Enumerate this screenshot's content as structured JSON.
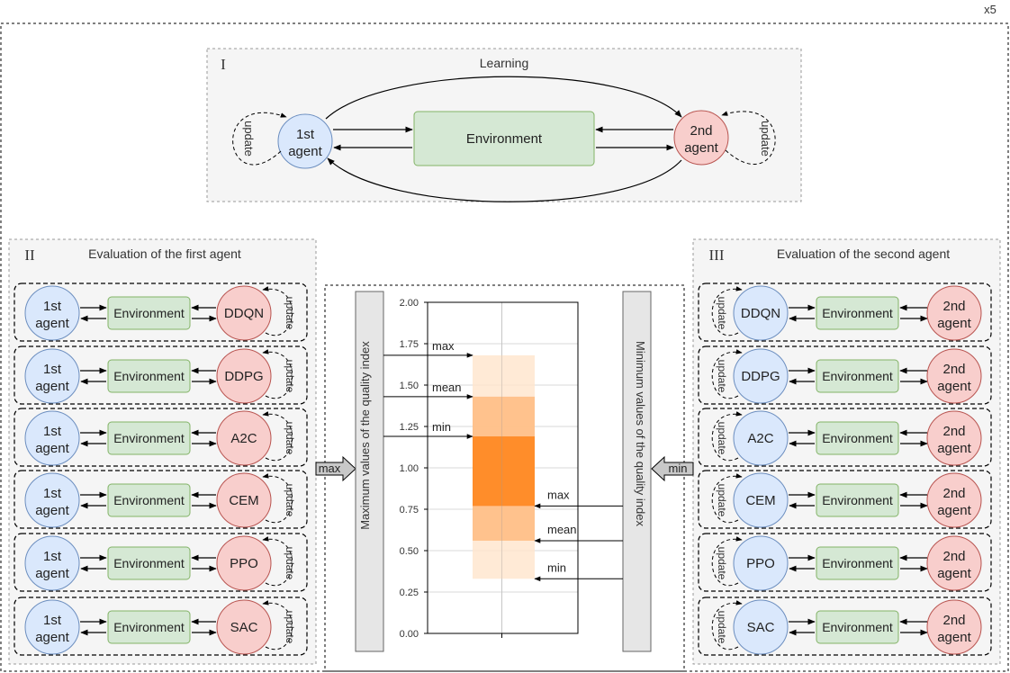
{
  "repeat_label": "x5",
  "learning": {
    "roman": "I",
    "title": "Learning",
    "agent1": [
      "1st",
      "agent"
    ],
    "agent2": [
      "2nd",
      "agent"
    ],
    "environment": "Environment",
    "update": "update"
  },
  "eval_first": {
    "roman": "II",
    "title": "Evaluation of the first agent",
    "agent": [
      "1st",
      "agent"
    ],
    "environment": "Environment",
    "update": "update",
    "opponents": [
      "DDQN",
      "DDPG",
      "A2C",
      "CEM",
      "PPO",
      "SAC"
    ]
  },
  "eval_second": {
    "roman": "III",
    "title": "Evaluation of the second agent",
    "agent": [
      "2nd",
      "agent"
    ],
    "environment": "Environment",
    "update": "update",
    "opponents": [
      "DDQN",
      "DDPG",
      "A2C",
      "CEM",
      "PPO",
      "SAC"
    ]
  },
  "arrows": {
    "max": "max",
    "min": "min"
  },
  "left_bar_label": "Maximum values of the quality index",
  "right_bar_label": "Minimum values of the quality index",
  "chart_data": {
    "type": "bar",
    "ylim": [
      0.0,
      2.0
    ],
    "yticks": [
      "0.00",
      "0.25",
      "0.50",
      "0.75",
      "1.00",
      "1.25",
      "1.50",
      "1.75",
      "2.00"
    ],
    "grid": true,
    "colors": {
      "outer": "#ffe5cc",
      "middle": "#ffb87a",
      "inner": "#ff8012"
    },
    "max_series": {
      "max": 1.68,
      "mean": 1.43,
      "min": 1.19
    },
    "min_series": {
      "max": 0.77,
      "mean": 0.56,
      "min": 0.33
    },
    "labels": {
      "max": "max",
      "mean": "mean",
      "min": "min"
    }
  }
}
